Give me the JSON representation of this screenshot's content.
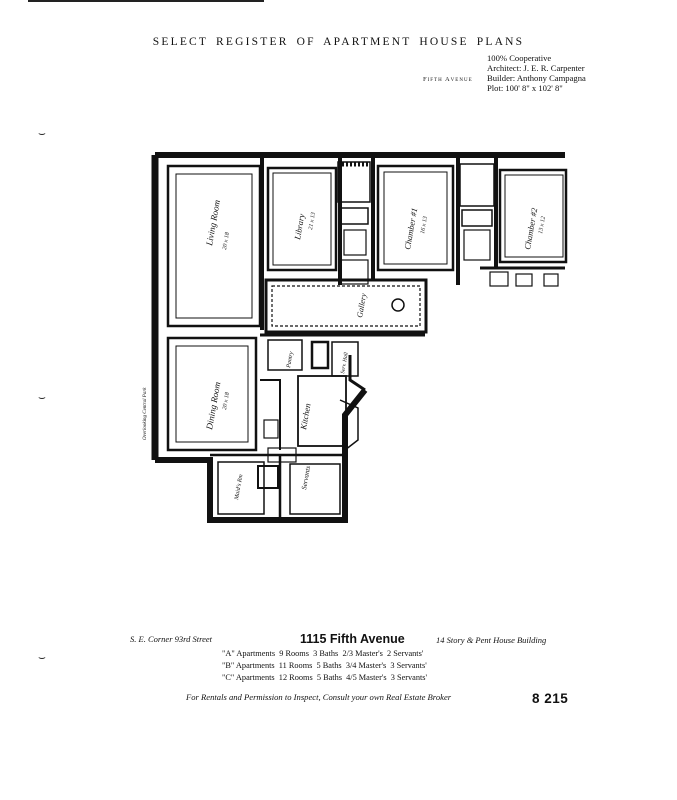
{
  "header": {
    "title": "SELECT REGISTER OF APARTMENT HOUSE PLANS",
    "street_label": "Fifth Avenue",
    "meta_lines": [
      "100% Cooperative",
      "Architect: J. E. R. Carpenter",
      "Builder: Anthony Campagna",
      "Plot: 100' 8\" x 102' 8\""
    ]
  },
  "plan": {
    "rooms": {
      "living_room": "Living Room",
      "living_dim": "20 x 18",
      "library": "Library",
      "library_dim": "21 x 13",
      "chamber1": "Chamber #1",
      "chamber1_dim": "16 x 13",
      "chamber2": "Chamber #2",
      "chamber2_dim": "13 x 12",
      "gallery": "Gallery",
      "dining_room": "Dining Room",
      "dining_dim": "20 x 18",
      "kitchen": "Kitchen",
      "serv_hall": "Serv. Hall",
      "pantry": "Pantry",
      "servants": "Servants",
      "maids_rooms": "Maid's Rm"
    },
    "side_label": "Overlooking Central Park"
  },
  "listing": {
    "corner": "S. E. Corner 93rd Street",
    "address": "1115 Fifth Avenue",
    "building": "14 Story & Pent House Building",
    "apartments": [
      {
        "name": "\"A\" Apartments",
        "rooms": "9 Rooms",
        "baths": "3 Baths",
        "masters": "2/3 Master's",
        "servants": "2 Servants'"
      },
      {
        "name": "\"B\" Apartments",
        "rooms": "11 Rooms",
        "baths": "5 Baths",
        "masters": "3/4 Master's",
        "servants": "3 Servants'"
      },
      {
        "name": "\"C\" Apartments",
        "rooms": "12 Rooms",
        "baths": "5 Baths",
        "masters": "4/5 Master's",
        "servants": "3 Servants'"
      }
    ],
    "footer": "For Rentals and Permission to Inspect, Consult your own Real Estate Broker",
    "plate_number": "8 215"
  }
}
